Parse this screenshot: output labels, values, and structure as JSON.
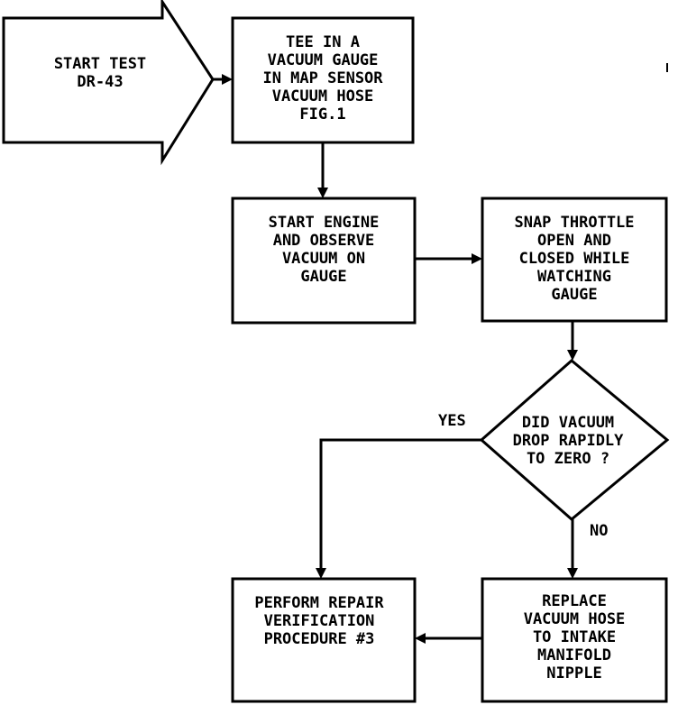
{
  "nodes": {
    "start": {
      "lines": [
        "START TEST",
        "DR-43"
      ]
    },
    "tee": {
      "lines": [
        "TEE IN A",
        "VACUUM GAUGE",
        "IN MAP SENSOR",
        "VACUUM HOSE",
        "FIG.1"
      ]
    },
    "observe": {
      "lines": [
        "START ENGINE",
        "AND OBSERVE",
        "VACUUM ON",
        "GAUGE"
      ]
    },
    "snap": {
      "lines": [
        "SNAP THROTTLE",
        "OPEN AND",
        "CLOSED WHILE",
        "WATCHING",
        "GAUGE"
      ]
    },
    "decision": {
      "lines": [
        "DID VACUUM",
        "DROP RAPIDLY",
        "TO ZERO ?"
      ]
    },
    "repair": {
      "lines": [
        "PERFORM REPAIR",
        "VERIFICATION",
        "PROCEDURE #3"
      ]
    },
    "replace": {
      "lines": [
        "REPLACE",
        "VACUUM HOSE",
        "TO INTAKE",
        "MANIFOLD",
        "NIPPLE"
      ]
    }
  },
  "edges": {
    "yes_label": "YES",
    "no_label": "NO"
  }
}
